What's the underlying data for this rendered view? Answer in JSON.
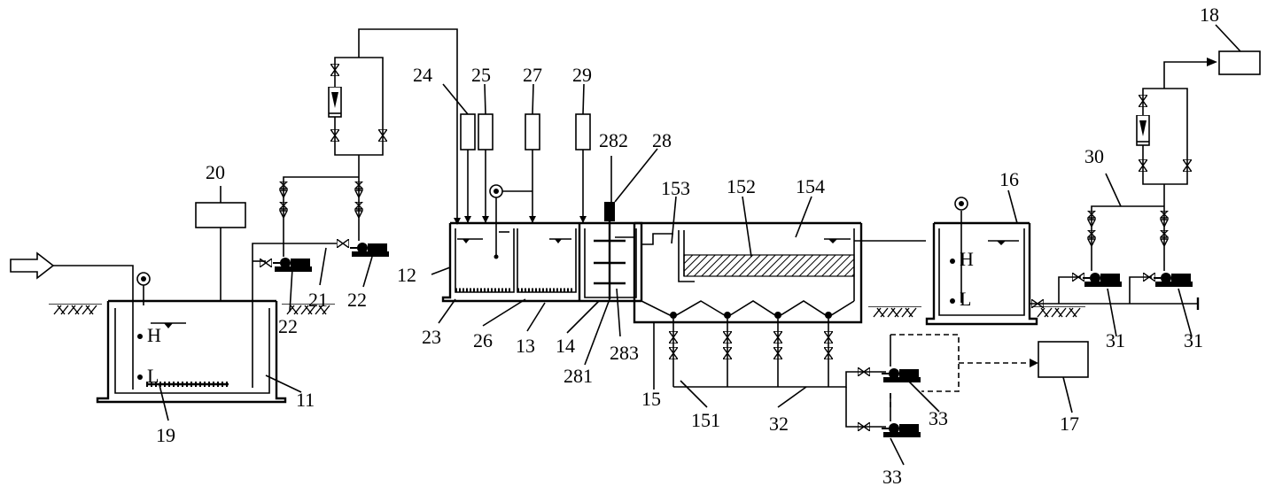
{
  "labels": {
    "n11": "11",
    "n12": "12",
    "n13": "13",
    "n14": "14",
    "n15": "15",
    "n151": "151",
    "n152": "152",
    "n153": "153",
    "n154": "154",
    "n16": "16",
    "n17": "17",
    "n18": "18",
    "n19": "19",
    "n20": "20",
    "n21": "21",
    "n22a": "22",
    "n22b": "22",
    "n23": "23",
    "n24": "24",
    "n25": "25",
    "n26": "26",
    "n27": "27",
    "n28": "28",
    "n281": "281",
    "n282": "282",
    "n283": "283",
    "n29": "29",
    "n30": "30",
    "n31a": "31",
    "n31b": "31",
    "n32": "32",
    "n33a": "33",
    "n33b": "33"
  },
  "level_marks": {
    "high": "H",
    "low": "L"
  },
  "icons": {
    "inlet": "inlet-arrow-icon",
    "pump": "pump-icon",
    "valve": "valve-icon",
    "flowmeter": "flowmeter-icon",
    "level_sensor": "level-sensor-icon"
  }
}
